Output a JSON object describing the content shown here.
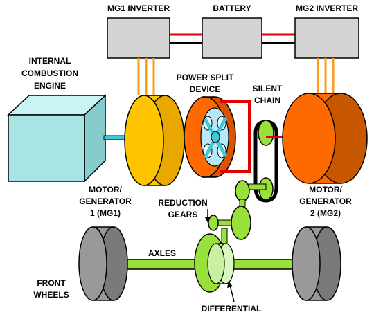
{
  "labels": {
    "mg1_inverter": "MG1 INVERTER",
    "battery": "BATTERY",
    "mg2_inverter": "MG2 INVERTER",
    "engine_line1": "INTERNAL",
    "engine_line2": "COMBUSTION",
    "engine_line3": "ENGINE",
    "psd_line1": "POWER SPLIT",
    "psd_line2": "DEVICE",
    "chain_line1": "SILENT",
    "chain_line2": "CHAIN",
    "mg1_line1": "MOTOR/",
    "mg1_line2": "GENERATOR",
    "mg1_line3": "1 (MG1)",
    "mg2_line1": "MOTOR/",
    "mg2_line2": "GENERATOR",
    "mg2_line3": "2 (MG2)",
    "reduction_line1": "REDUCTION",
    "reduction_line2": "GEARS",
    "axles": "AXLES",
    "wheels_line1": "FRONT",
    "wheels_line2": "WHEELS",
    "differential": "DIFFERENTIAL"
  },
  "colors": {
    "inverter_fill": "#d4d4d4",
    "engine_fill": "#a8e4e4",
    "mg1_fill": "#ffc400",
    "psd_fill": "#ff6a00",
    "mg2_fill": "#ff6a00",
    "gear_fill": "#99e03a",
    "wheel_fill": "#999999",
    "shaft_color": "#3dc8d8",
    "positive_wire": "#e00000",
    "negative_wire": "#000000",
    "cable_color": "#ff9a1a"
  }
}
